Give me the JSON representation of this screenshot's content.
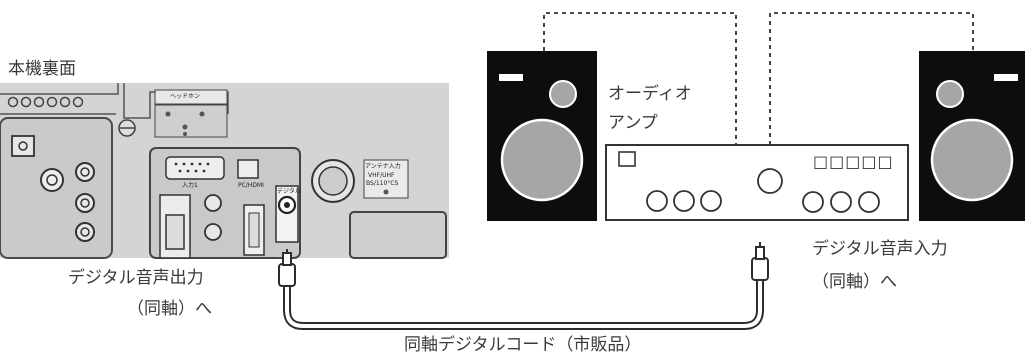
{
  "labels": {
    "rear_panel": "本機裏面",
    "amp_line1": "オーディオ",
    "amp_line2": "アンプ",
    "digital_in_line1": "デジタル音声入力",
    "digital_in_line2": "（同軸）へ",
    "digital_out_line1": "デジタル音声出力",
    "digital_out_line2": "（同軸）へ",
    "cable": "同軸デジタルコード（市販品）"
  },
  "panel": {
    "headphone": "ヘッドホン",
    "input1": "入力1",
    "pc": "PC/HDMI",
    "digital": "デジタル",
    "antenna": "アンテナ入力",
    "vhf": "VHF/UHF",
    "bs": "BS/110°CS"
  },
  "amp": {
    "display": "□□□□□"
  },
  "colors": {
    "panel_bg": "#d4d4d4",
    "panel_line": "#4a4a4a",
    "speaker_body": "#0d0d0d",
    "speaker_cone": "#a6a6a6",
    "cable": "#2d2d2d"
  }
}
